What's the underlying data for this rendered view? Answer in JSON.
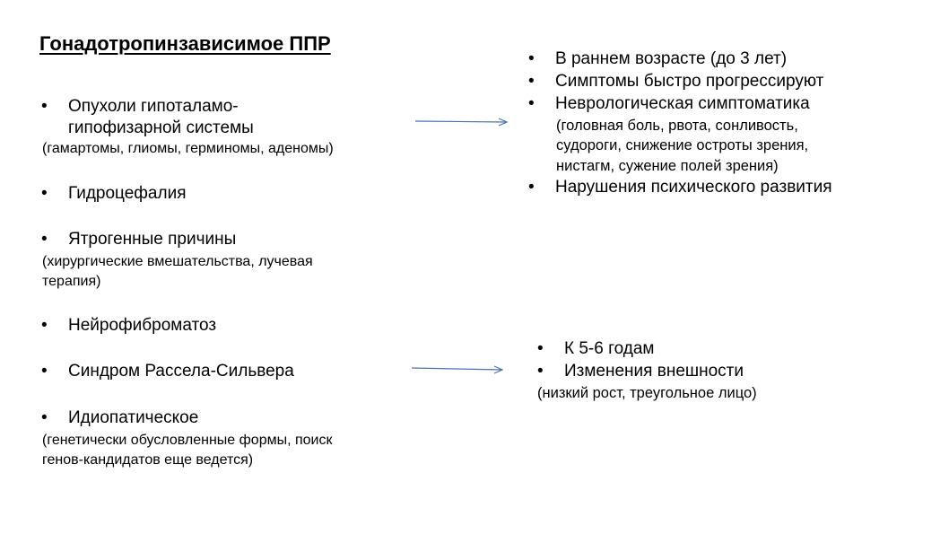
{
  "title": "Гонадотропинзависимое ППР",
  "bullet_glyph": "•",
  "left": {
    "tumors": {
      "line1": "Опухоли гипоталамо-",
      "line2": "гипофизарной системы",
      "note": "(гамартомы, глиомы, герминомы, аденомы)"
    },
    "hydrocephalus": "Гидроцефалия",
    "iatrogenic": {
      "label": "Ятрогенные причины",
      "note_line1": "(хирургические вмешательства, лучевая",
      "note_line2": "терапия)"
    },
    "neurofibromatosis": "Нейрофиброматоз",
    "russell_silver": "Синдром Рассела-Сильвера",
    "idiopathic": {
      "label": "Идиопатическое",
      "note_line1": "(генетически обусловленные формы, поиск",
      "note_line2": "генов-кандидатов еще ведется)"
    }
  },
  "right_top": {
    "item1": "В раннем возрасте (до 3 лет)",
    "item2": "Симптомы быстро прогрессируют",
    "item3": "Неврологическая симптоматика",
    "item3_note_line1": "(головная боль, рвота, сонливость,",
    "item3_note_line2": "судороги, снижение остроты зрения,",
    "item3_note_line3": "нистагм, сужение полей зрения)",
    "item4": "Нарушения психического развития"
  },
  "right_bottom": {
    "item1": "К 5-6 годам",
    "item2": "Изменения внешности",
    "note": "(низкий рост, треугольное лицо)"
  },
  "colors": {
    "arrow": "#4a72b0",
    "text": "#000000"
  }
}
